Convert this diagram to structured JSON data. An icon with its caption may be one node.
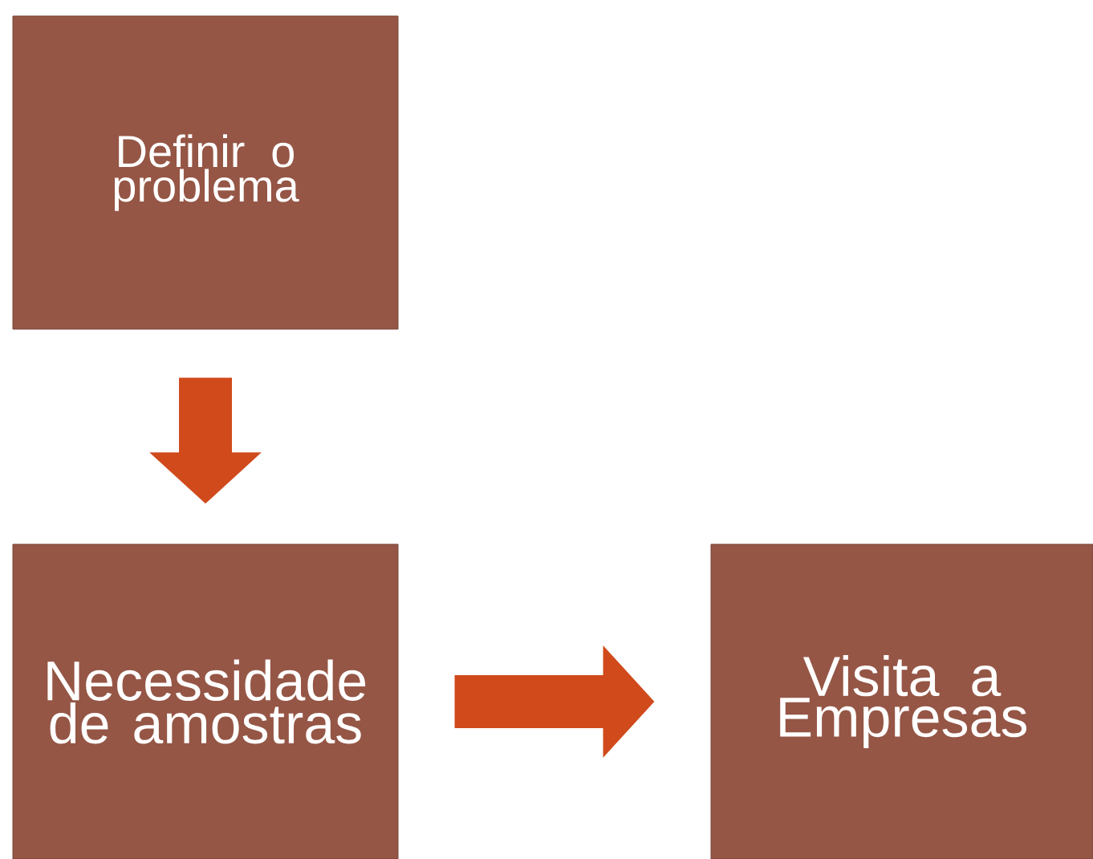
{
  "diagram": {
    "nodes": [
      {
        "text": [
          "Definir o problema"
        ]
      },
      {
        "text": [
          "Necessidade de amostras"
        ]
      },
      {
        "text": [
          "Visita a Empresas"
        ]
      }
    ],
    "edges": [
      {
        "from": 0,
        "to": 1,
        "arrow": "to"
      },
      {
        "from": 1,
        "to": 2,
        "arrow": "to"
      }
    ]
  }
}
